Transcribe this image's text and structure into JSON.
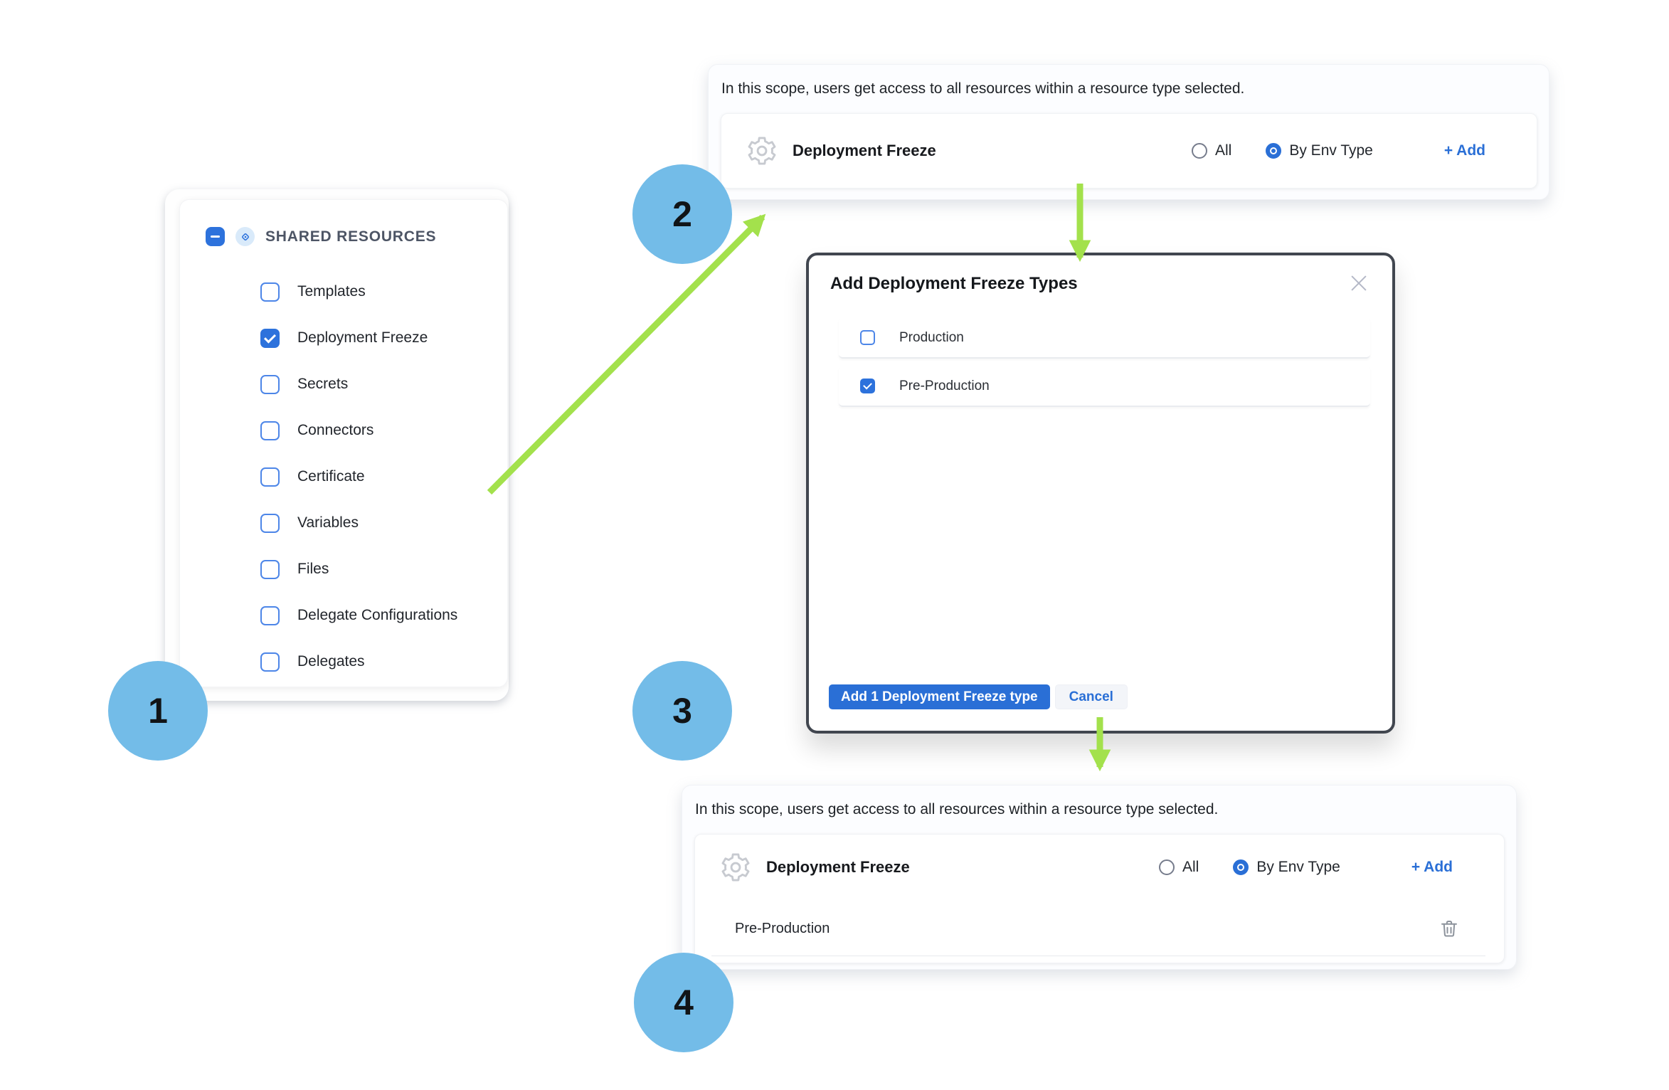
{
  "colors": {
    "accent": "#2a6fd6",
    "checkbox-blue": "#2d72dc",
    "circle-blue": "#73bce8",
    "arrow-green": "#a3e14c",
    "modal-border": "#41464f"
  },
  "steps": [
    "1",
    "2",
    "3",
    "4"
  ],
  "icons": {
    "collapse": "minus-icon",
    "header": "shared-resources-diamond-icon",
    "resource": "gear-icon",
    "close": "close-x-icon",
    "delete": "trash-icon"
  },
  "sidebar": {
    "header": "SHARED RESOURCES",
    "items": [
      {
        "label": "Templates",
        "checked": false
      },
      {
        "label": "Deployment Freeze",
        "checked": true
      },
      {
        "label": "Secrets",
        "checked": false
      },
      {
        "label": "Connectors",
        "checked": false
      },
      {
        "label": "Certificate",
        "checked": false
      },
      {
        "label": "Variables",
        "checked": false
      },
      {
        "label": "Files",
        "checked": false
      },
      {
        "label": "Delegate Configurations",
        "checked": false
      },
      {
        "label": "Delegates",
        "checked": false
      }
    ]
  },
  "scope_panel_top": {
    "description": "In this scope, users get access to all resources within a resource type selected.",
    "resource": {
      "title": "Deployment Freeze",
      "options": [
        {
          "label": "All",
          "selected": false
        },
        {
          "label": "By Env Type",
          "selected": true
        }
      ],
      "add_label": "+ Add"
    }
  },
  "modal": {
    "title": "Add Deployment Freeze Types",
    "items": [
      {
        "label": "Production",
        "checked": false
      },
      {
        "label": "Pre-Production",
        "checked": true
      }
    ],
    "submit_label": "Add 1 Deployment Freeze type",
    "cancel_label": "Cancel"
  },
  "scope_panel_bottom": {
    "description": "In this scope, users get access to all resources within a resource type selected.",
    "resource": {
      "title": "Deployment Freeze",
      "options": [
        {
          "label": "All",
          "selected": false
        },
        {
          "label": "By Env Type",
          "selected": true
        }
      ],
      "add_label": "+ Add"
    },
    "selected_types": [
      "Pre-Production"
    ]
  }
}
